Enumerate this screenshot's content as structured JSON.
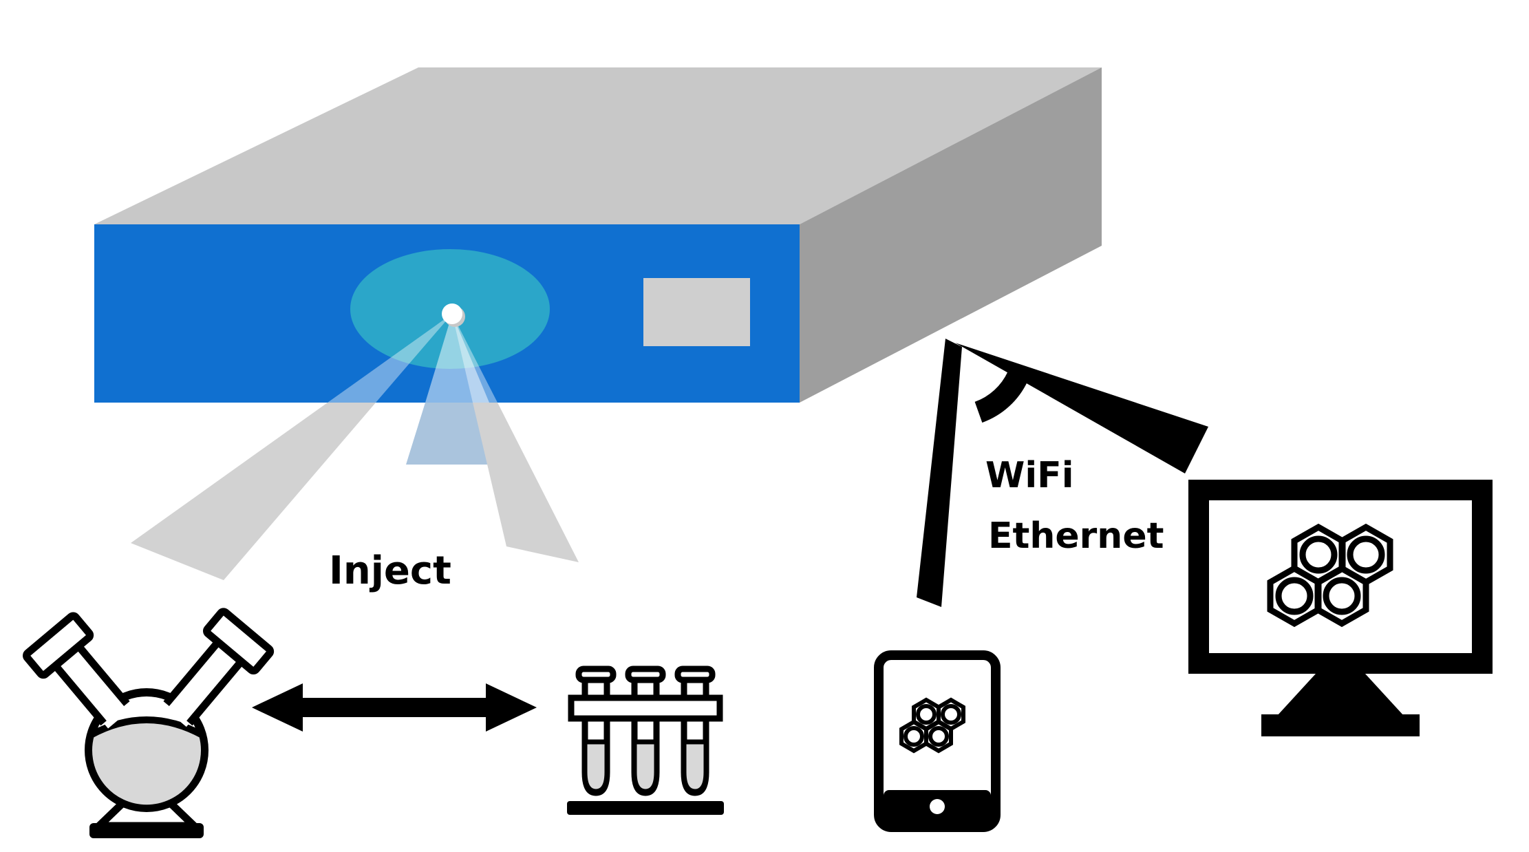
{
  "diagram": {
    "labels": {
      "inject": "Inject",
      "wifi": "WiFi",
      "ethernet": "Ethernet"
    },
    "colors": {
      "background": "#ffffff",
      "device_front": "#1070d0",
      "device_top": "#c8c8c8",
      "device_side": "#9e9e9e",
      "display": "#cfcfcf",
      "lens": "#2ba6c9",
      "beam_gray": "#d2d2d2",
      "wedge_blue": "#aac4dd",
      "liquid_gray": "#d8d8d8",
      "ink": "#000000"
    },
    "icons": {
      "device": "benchtop-analyzer",
      "sample_source": "two-neck-flask-icon",
      "sample_holder": "test-tube-rack-icon",
      "exchange": "double-arrow-icon",
      "wireless_client": "smartphone-icon",
      "wired_client": "monitor-icon",
      "screen_content": "molecule-hexagons-icon"
    }
  }
}
